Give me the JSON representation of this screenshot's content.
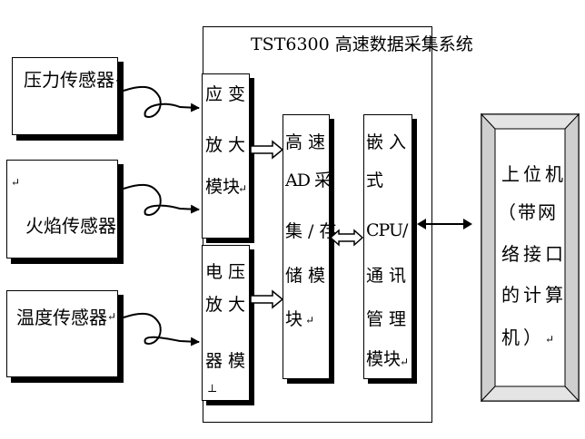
{
  "system": {
    "title": "TST6300 高速数据采集系统"
  },
  "sensors": [
    {
      "label": "压力传感器",
      "mark": "↵"
    },
    {
      "label": "火焰传感器",
      "mark": "↵"
    },
    {
      "label": "温度传感器",
      "mark": "↵"
    }
  ],
  "marks": {
    "flame_box_top": "↵"
  },
  "modules": {
    "strain_amp": [
      "应 变",
      "放 大",
      "模块"
    ],
    "strain_amp_mark": "↵",
    "voltage_amp": [
      "电 压",
      "放 大",
      "器 模",
      "⊥"
    ],
    "ad_module": [
      "高 速",
      "AD 采",
      "集 / 存",
      "储 模",
      "块"
    ],
    "ad_mark": "↵",
    "cpu_module": [
      "嵌 入",
      "式",
      "CPU/",
      "通 讯",
      "管 理",
      "模块"
    ],
    "cpu_mark": "↵"
  },
  "host": {
    "lines": [
      "上位机",
      "（带网",
      "络接口",
      "的计算",
      "机）"
    ],
    "mark": "↵"
  }
}
